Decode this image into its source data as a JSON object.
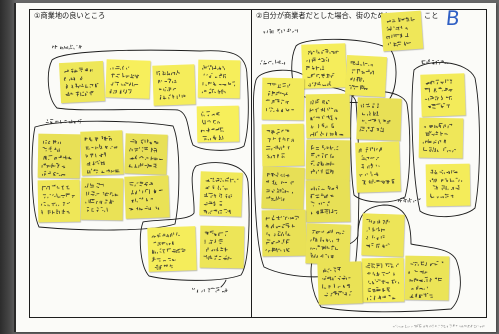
{
  "sheet": {
    "left_heading": "①商業地の良いところ",
    "right_heading": "②自分が商業者だとした場合、街のために",
    "right_heading_tail": "こと",
    "group_mark": "B"
  },
  "colors": {
    "backdrop": "#676767",
    "paper": "#fbfbf8",
    "frame_ink": "#1d1d1d",
    "sticky_note": "#f3eb5a",
    "handwriting": "#2b2b2b",
    "group_mark": "#2f5fc4"
  }
}
